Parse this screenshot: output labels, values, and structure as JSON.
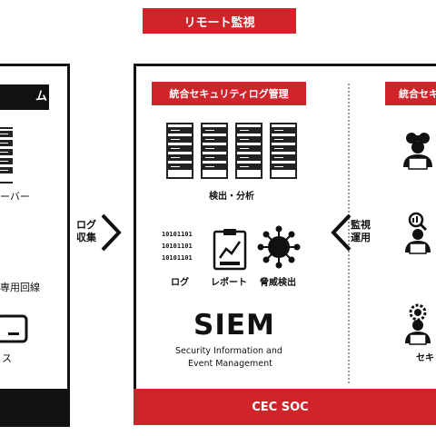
{
  "remote_monitoring": {
    "title": "リモート監視"
  },
  "left_panel": {
    "header_fragment": "ム",
    "server_label_fragment": "ーバー",
    "line_label_fragment": "専用回線",
    "device_label_fragment": "ス"
  },
  "arrow_left": {
    "line1": "ログ",
    "line2": "収集"
  },
  "siem_box": {
    "header": "統合セキュリティログ管理",
    "server_caption": "検出・分析",
    "icons": [
      {
        "icon": "binary-log-icon",
        "label": "ログ"
      },
      {
        "icon": "report-icon",
        "label": "レポート"
      },
      {
        "icon": "virus-icon",
        "label": "脅威検出"
      }
    ],
    "binary_rows": [
      "10101101",
      "10101101",
      "10101101"
    ],
    "siem_title": "SIEM",
    "siem_sub1": "Security Information and",
    "siem_sub2": "Event Management"
  },
  "arrow_right": {
    "line1": "監視",
    "line2": "運用"
  },
  "right_panel": {
    "header_fragment": "統合セキ",
    "bottom_label_fragment": "セキ"
  },
  "soc_bar": {
    "label": "CEC SOC"
  },
  "colors": {
    "accent_red": "#d0242b",
    "black": "#111111",
    "white": "#ffffff"
  }
}
